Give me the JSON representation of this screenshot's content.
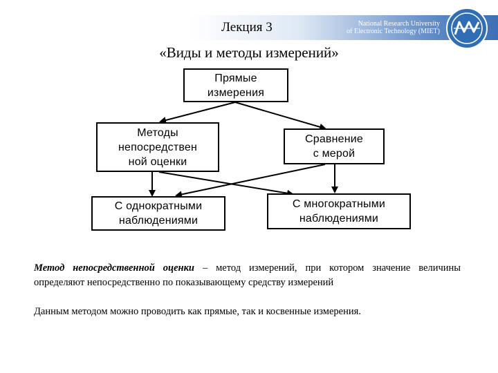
{
  "header": {
    "lecture": "Лекция 3",
    "university_line1": "National Research University",
    "university_line2": "of Electronic Technology (MIET)",
    "logo_icon": "miet-logo-icon"
  },
  "slide_title": "«Виды и методы измерений»",
  "diagram": {
    "nodes": {
      "direct": "Прямые\nизмерения",
      "direct_assessment": "Методы\nнепосредствен\nной оценки",
      "comparison": "Сравнение\nс мерой",
      "single": "С однократными\nнаблюдениями",
      "multiple": "С многократными\nнаблюдениями"
    }
  },
  "definition": {
    "term": "Метод непосредственной оценки",
    "text": " – метод измерений, при котором значение величины определяют непосредственно по показывающему средству измерений"
  },
  "note": "Данным методом можно проводить как прямые, так и косвенные измерения."
}
